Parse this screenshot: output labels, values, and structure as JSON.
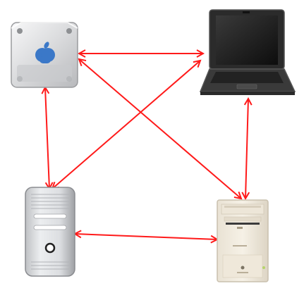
{
  "diagram": {
    "nodes": [
      {
        "id": "mac-mini-cube",
        "icon": "mac-mini-icon"
      },
      {
        "id": "laptop",
        "icon": "laptop-icon"
      },
      {
        "id": "mac-pro-tower",
        "icon": "mac-pro-tower-icon"
      },
      {
        "id": "beige-pc-tower",
        "icon": "beige-tower-icon"
      }
    ],
    "connections": [
      {
        "from": "laptop",
        "to": "mac-mini-cube"
      },
      {
        "from": "mac-mini-cube",
        "to": "mac-pro-tower"
      },
      {
        "from": "laptop",
        "to": "mac-pro-tower"
      },
      {
        "from": "mac-mini-cube",
        "to": "beige-pc-tower"
      },
      {
        "from": "laptop",
        "to": "beige-pc-tower"
      },
      {
        "from": "beige-pc-tower",
        "to": "mac-pro-tower"
      }
    ],
    "colors": {
      "connector": "#ff1a1a",
      "background": "#ffffff"
    }
  }
}
